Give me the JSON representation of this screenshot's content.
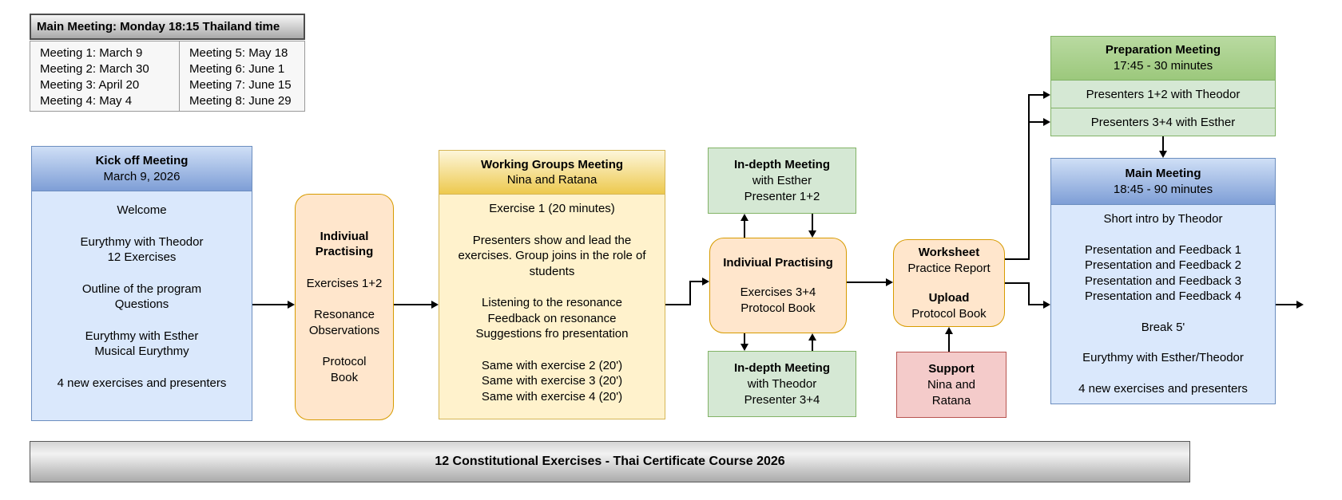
{
  "colors": {
    "blue_fill": "#dae8fc",
    "blue_border": "#6c8ebf",
    "orange_fill": "#ffe6cc",
    "orange_border": "#d79b00",
    "yellow_fill": "#fff2cc",
    "yellow_border": "#d6b656",
    "green_fill": "#d5e8d4",
    "green_border": "#82b366",
    "pink_fill": "#f4cbca",
    "pink_border": "#b85450",
    "gray_banner": "#ababab",
    "arrow": "#000000"
  },
  "schedule": {
    "title": "Main Meeting: Monday 18:15 Thailand time",
    "left": [
      "Meeting 1: March 9",
      "Meeting 2: March 30",
      "Meeting 3: April 20",
      "Meeting 4: May 4"
    ],
    "right": [
      "Meeting 5: May 18",
      "Meeting 6: June 1",
      "Meeting 7: June 15",
      "Meeting 8: June 29"
    ]
  },
  "kickoff": {
    "title": "Kick off Meeting",
    "subtitle": "March 9, 2026",
    "paragraphs": [
      "Welcome",
      "Eurythmy with Theodor\n12 Exercises",
      "Outline of the program\nQuestions",
      "Eurythmy with Esther\nMusical Eurythmy",
      "4 new exercises and presenters"
    ]
  },
  "practising1": {
    "title": "Indiviual\nPractising",
    "items": [
      "Exercises 1+2",
      "Resonance\nObservations",
      "Protocol\nBook"
    ]
  },
  "working_groups": {
    "title": "Working Groups Meeting",
    "subtitle": "Nina and Ratana",
    "paragraphs": [
      "Exercise 1 (20 minutes)",
      "Presenters show and lead the exercises.  Group joins in the role of students",
      "Listening to the resonance\nFeedback on resonance\nSuggestions fro presentation",
      "Same with exercise 2 (20')\nSame with exercise 3 (20')\nSame with exercise 4 (20')"
    ]
  },
  "indepth_esther": {
    "title": "In-depth Meeting",
    "line1": "with Esther",
    "line2": "Presenter 1+2"
  },
  "practising2": {
    "title": "Indiviual Practising",
    "body": "Exercises 3+4\nProtocol Book"
  },
  "indepth_theodor": {
    "title": "In-depth Meeting",
    "line1": "with Theodor",
    "line2": "Presenter 3+4"
  },
  "worksheet": {
    "line1_bold": "Worksheet",
    "line1": "Practice Report",
    "line2_bold": "Upload",
    "line2": "Protocol Book"
  },
  "support": {
    "title": "Support",
    "body": "Nina and\nRatana"
  },
  "preparation": {
    "title": "Preparation Meeting",
    "subtitle": "17:45 - 30 minutes",
    "rows": [
      "Presenters 1+2 with Theodor",
      "Presenters 3+4 with Esther"
    ]
  },
  "main_meeting": {
    "title": "Main Meeting",
    "subtitle": "18:45 - 90 minutes",
    "paragraphs": [
      "Short intro by Theodor",
      "Presentation and Feedback 1\nPresentation and Feedback 2\nPresentation and Feedback 3\nPresentation and Feedback 4",
      "Break 5'",
      "Eurythmy with Esther/Theodor",
      "4 new exercises and presenters"
    ]
  },
  "banner": {
    "title": "12 Constitutional Exercises - Thai Certificate Course 2026"
  }
}
